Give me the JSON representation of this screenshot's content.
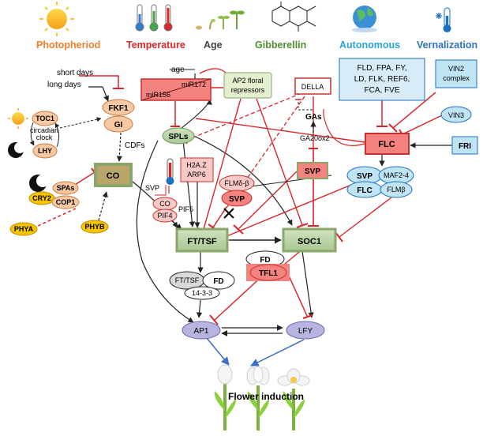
{
  "categories": {
    "photoperiod": {
      "label": "Photopheriod",
      "color": "#f07d2a"
    },
    "temperature": {
      "label": "Temperature",
      "color": "#d8262a"
    },
    "age": {
      "label": "Age",
      "color": "#444444"
    },
    "gibberellin": {
      "label": "Gibberellin",
      "color": "#4f8f2e"
    },
    "autonomous": {
      "label": "Autonomous",
      "color": "#2aa3d8"
    },
    "vernalization": {
      "label": "Vernalization",
      "color": "#2c74b8"
    }
  },
  "labels": {
    "short_days": "short days",
    "long_days": "long days",
    "age": "age",
    "circadian_clock": [
      "circadian",
      "clock"
    ],
    "cdfs": "CDFs",
    "svp_small": "SVP",
    "pif5": "PIF5",
    "flower_induction": "Flower induction"
  },
  "nodes": {
    "fkf1": "FKF1",
    "gi": "GI",
    "toc1": "TOC1",
    "lhy": "LHY",
    "co": "CO",
    "spas": "SPAs",
    "cry2": "CRY2",
    "cop1": "COP1",
    "phya": "PHYA",
    "phyb": "PHYB",
    "mir172": "miR172",
    "mir156": "miR156",
    "ap2": [
      "AP2 floral",
      "repressors"
    ],
    "della": "DELLA",
    "gas": "GAs",
    "ga20ox2": "GA20ox2",
    "autonomous_genes": [
      "FLD, FPA, FY,",
      "LD, FLK, REF6,",
      "FCA, FVE"
    ],
    "vin2": [
      "VIN2",
      "complex"
    ],
    "vin3": "VIN3",
    "fri": "FRI",
    "flc": "FLC",
    "spls": "SPLs",
    "h2az": [
      "H2A.Z",
      "ARP6"
    ],
    "flm_delta": "FLMδ-β",
    "svp_red": "SVP",
    "svp_center": "SVP",
    "svp_blue": "SVP",
    "maf": "MAF2-4",
    "flc_blue": "FLC",
    "flm_beta": "FLMβ",
    "co_small": "CO",
    "pif4": "PIF4",
    "ft_tsf": "FT/TSF",
    "soc1": "SOC1",
    "fd_top": "FD",
    "tfl1": "TFL1",
    "fttsf_complex": "FT/TSF",
    "fd_complex": "FD",
    "p1433": "14-3-3",
    "ap1": "AP1",
    "lfy": "LFY"
  }
}
